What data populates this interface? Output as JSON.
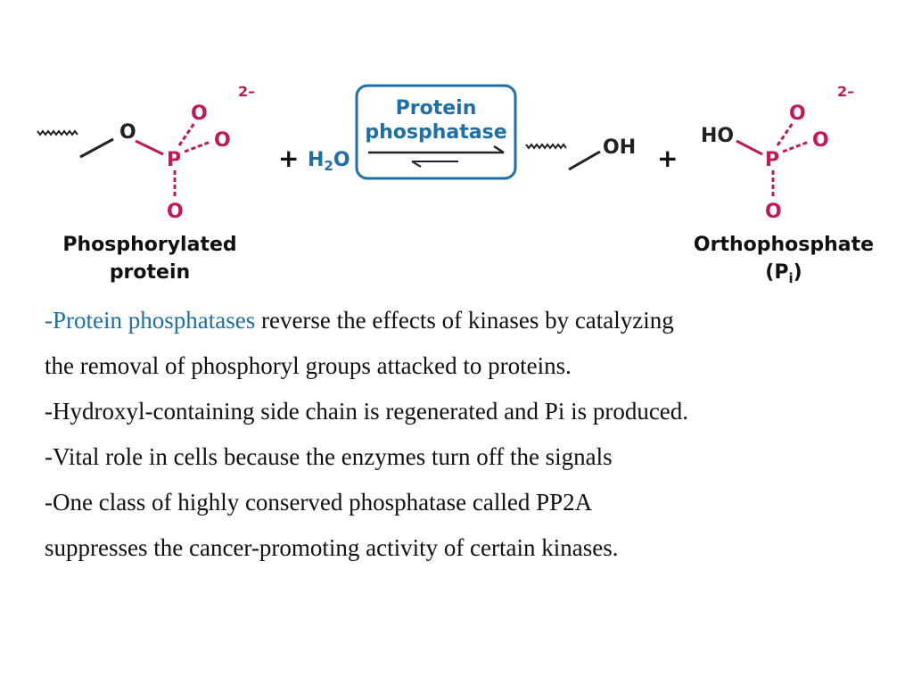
{
  "reaction": {
    "left_molecule": {
      "ester_oxygen": "O",
      "phosphorus": "P",
      "oxygen_top": "O",
      "oxygen_right": "O",
      "oxygen_bottom": "O",
      "charge": "2–",
      "caption_line1": "Phosphorylated",
      "caption_line2": "protein"
    },
    "plus_1": "+",
    "water": {
      "h": "H",
      "sub": "2",
      "o": "O"
    },
    "enzyme_box": {
      "line1": "Protein",
      "line2": "phosphatase",
      "border_color": "#1e6fa8"
    },
    "product_alcohol": {
      "oh": "OH"
    },
    "plus_2": "+",
    "right_molecule": {
      "hydroxyl": "HO",
      "phosphorus": "P",
      "oxygen_top": "O",
      "oxygen_right": "O",
      "oxygen_bottom": "O",
      "charge": "2–",
      "caption_line1": "Orthophosphate",
      "caption_line2_prefix": "(P",
      "caption_line2_sub": "i",
      "caption_line2_suffix": ")"
    }
  },
  "colors": {
    "phosphate_atoms": "#c2185b",
    "accent_blue": "#1e6fa8"
  },
  "bullets": {
    "b1_highlight": "-Protein phosphatases",
    "b1_rest": " reverse the effects of kinases by catalyzing",
    "b1_line2": "the removal of phosphoryl groups attacked to proteins.",
    "b2": "-Hydroxyl-containing side chain is regenerated and Pi is produced.",
    "b3": "-Vital role in cells because the enzymes turn off the signals",
    "b4_line1": "-One class of highly conserved phosphatase called PP2A",
    "b4_line2": "suppresses the cancer-promoting activity of certain kinases."
  }
}
